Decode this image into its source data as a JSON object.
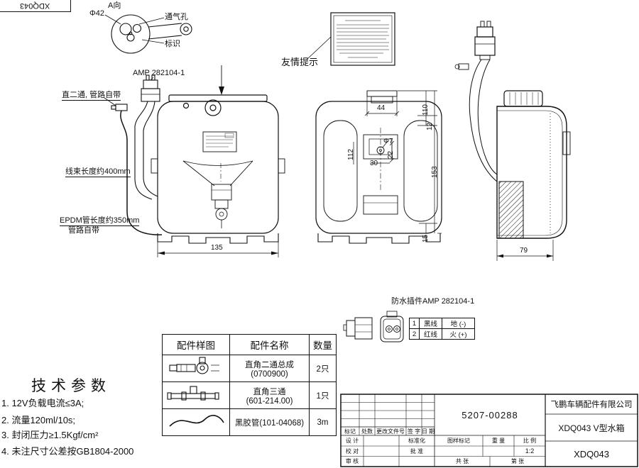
{
  "corner_code": "XDQ043",
  "detail_a": {
    "view_label": "A向",
    "diameter": "Φ42",
    "vent": "通气孔",
    "mark": "标识"
  },
  "callouts": {
    "amp_connector": "AMP 282104-1",
    "two_way": "直二通, 管路自带",
    "harness_length": "线束长度约400mm",
    "epdm_line1": "EPDM管长度约350mm",
    "epdm_line2": "管路自带",
    "friendly_note": "友情提示",
    "waterproof_plug": "防水插件AMP 282104-1"
  },
  "dims": {
    "front_width": "135",
    "side_width": "79",
    "neck_width": "44",
    "h110": "110",
    "h12": "12",
    "h153": "153",
    "h15": "15",
    "d7": "Φ7",
    "h22": "22",
    "w30": "30",
    "h112": "112"
  },
  "wire_table": {
    "rows": [
      {
        "no": "1",
        "wire": "黑线",
        "role": "地 (-)"
      },
      {
        "no": "2",
        "wire": "红线",
        "role": "火 (+)"
      }
    ]
  },
  "parts_table": {
    "col_sample": "配件样图",
    "col_name": "配件名称",
    "col_qty": "数量",
    "rows": [
      {
        "name_line1": "直角二通总成",
        "name_line2": "(0700900)",
        "qty": "2只"
      },
      {
        "name_line1": "直角三通",
        "name_line2": "(601-214.00)",
        "qty": "1只"
      },
      {
        "name_line1": "黑胶管(101-04068)",
        "name_line2": "",
        "qty": "3m"
      }
    ]
  },
  "tech": {
    "title": "技术参数",
    "items": [
      "1. 12V负载电流≤3A;",
      "2. 流量120ml/10s;",
      "3. 封闭压力≥1.5Kgf/cm²",
      "4. 未注尺寸公差按GB1804-2000"
    ]
  },
  "title_block": {
    "drawing_no": "5207-00288",
    "company": "飞鹏车辆配件有限公司",
    "product": "XDQ043 V型水箱",
    "code": "XDQ043",
    "scale_value": "1:2",
    "lbl_mark": "标记",
    "lbl_count": "处数",
    "lbl_change_doc": "更改文件号",
    "lbl_sign": "签 字",
    "lbl_date": "日 期",
    "lbl_design": "设 计",
    "lbl_standard": "标准化",
    "lbl_check": "校 对",
    "lbl_approve": "批 准",
    "lbl_review": "审 核",
    "lbl_drawing_mark": "图样标记",
    "lbl_weight": "重 量",
    "lbl_scale": "比 例",
    "lbl_sheets": "共  张",
    "lbl_sheet_no": "第  张"
  }
}
